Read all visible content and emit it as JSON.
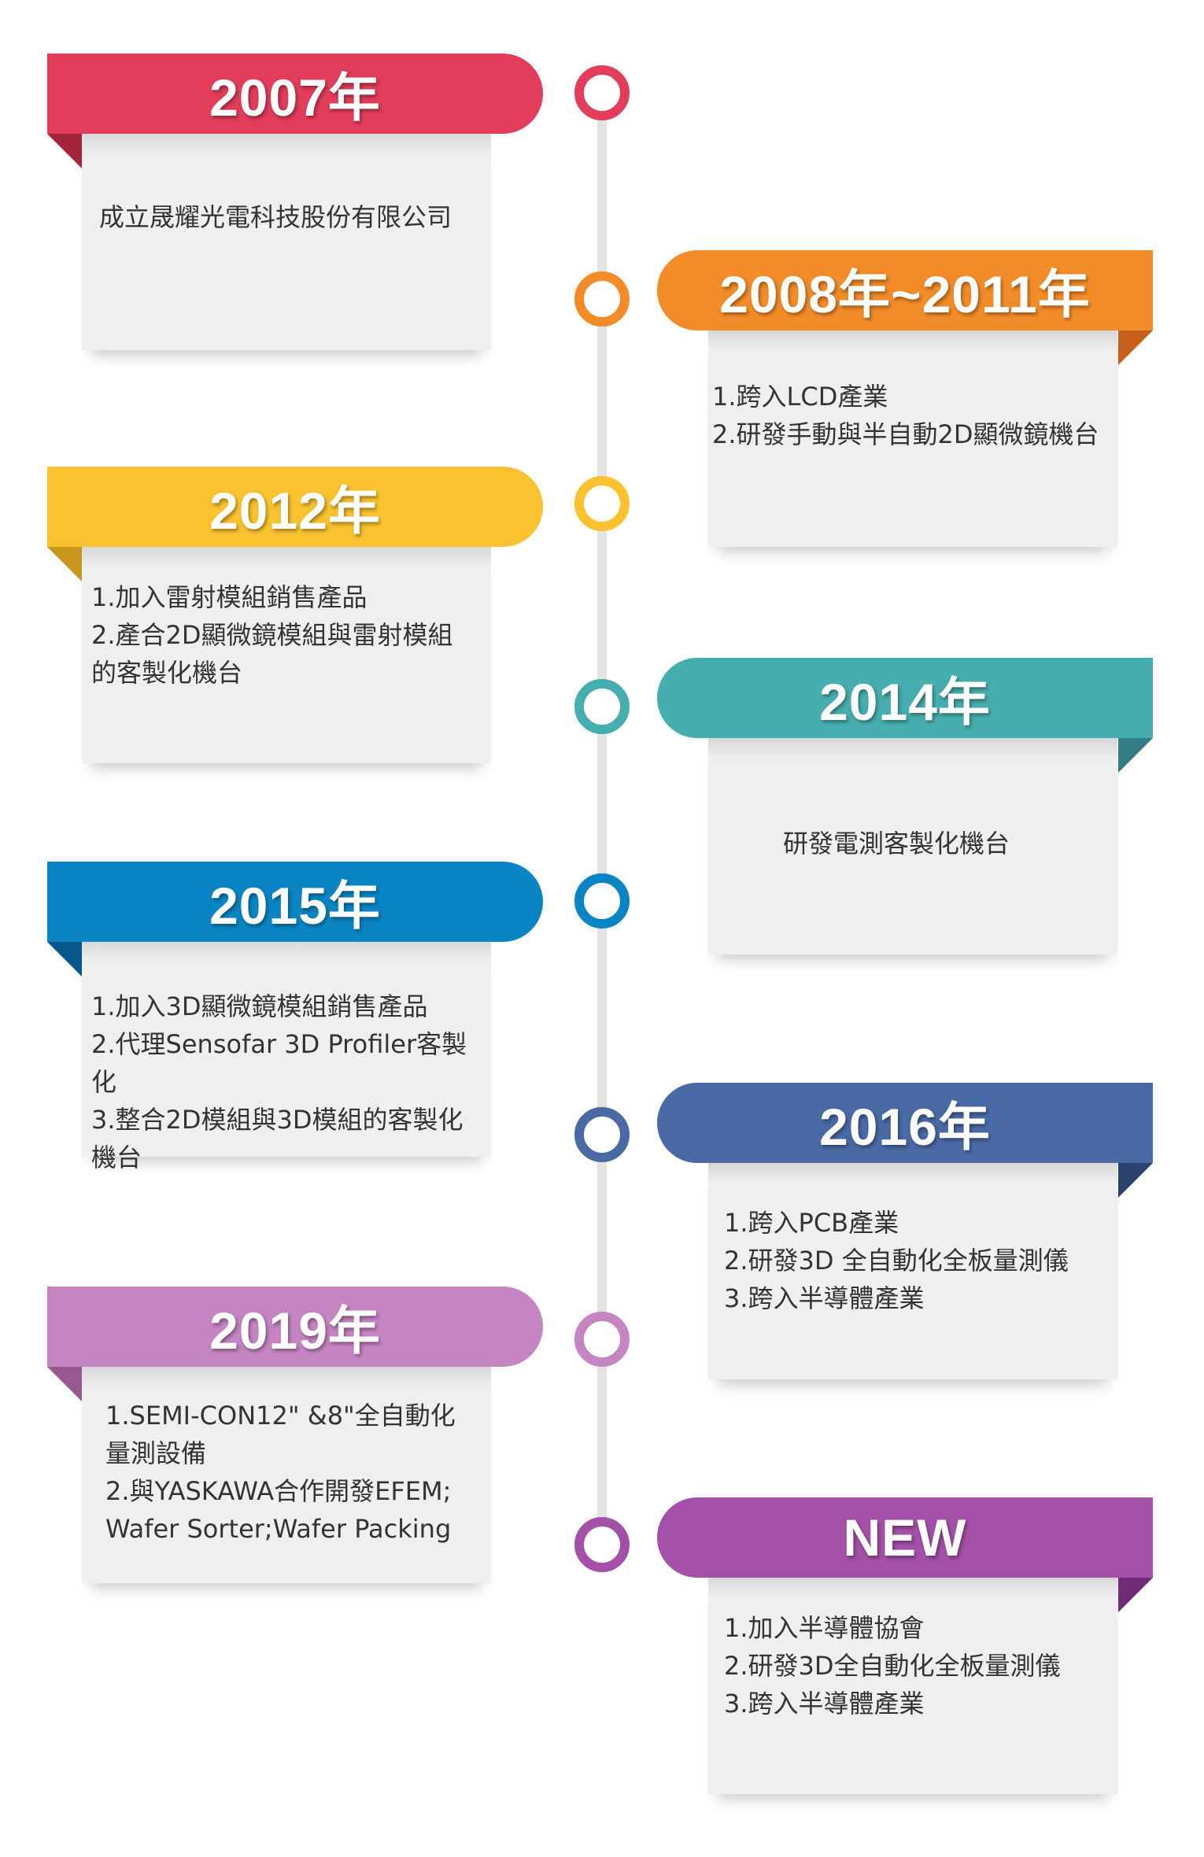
{
  "colors": {
    "line": "#e3e3e3",
    "card": "#efefef",
    "text": "#333333"
  },
  "milestones": [
    {
      "year": "2007年",
      "side": "left",
      "color": "#e23d5a",
      "fold_color": "#a3233a",
      "items": [
        "成立晟耀光電科技股份有限公司"
      ]
    },
    {
      "year": "2008年~2011年",
      "side": "right",
      "color": "#f28c28",
      "fold_color": "#c5601a",
      "items": [
        "1.跨入LCD產業",
        "2.研發手動與半自動2D顯微鏡機台"
      ]
    },
    {
      "year": "2012年",
      "side": "left",
      "color": "#f9c22e",
      "fold_color": "#c9951a",
      "items": [
        "1.加入雷射模組銷售產品",
        "2.產合2D顯微鏡模組與雷射模組\n的客製化機台"
      ]
    },
    {
      "year": "2014年",
      "side": "right",
      "color": "#46aeae",
      "fold_color": "#357d84",
      "items": [
        "研發電測客製化機台"
      ]
    },
    {
      "year": "2015年",
      "side": "left",
      "color": "#0a85c4",
      "fold_color": "#06578a",
      "items": [
        "1.加入3D顯微鏡模組銷售產品",
        "2.代理Sensofar 3D Profiler客製化",
        "3.整合2D模組與3D模組的客製化\n機台"
      ]
    },
    {
      "year": "2016年",
      "side": "right",
      "color": "#4a6aa6",
      "fold_color": "#2b416e",
      "items": [
        "1.跨入PCB產業",
        "2.研發3D 全自動化全板量測儀",
        "3.跨入半導體產業"
      ]
    },
    {
      "year": "2019年",
      "side": "left",
      "color": "#c584c2",
      "fold_color": "#97588f",
      "items": [
        "1.SEMI-CON12\" &8\"全自動化\n量測設備",
        "2.與YASKAWA合作開發EFEM;\nWafer Sorter;Wafer Packing"
      ]
    },
    {
      "year": "NEW",
      "side": "right",
      "color": "#a450a8",
      "fold_color": "#6e2d76",
      "items": [
        "1.加入半導體協會",
        "2.研發3D全自動化全板量測儀",
        "3.跨入半導體產業"
      ]
    }
  ]
}
